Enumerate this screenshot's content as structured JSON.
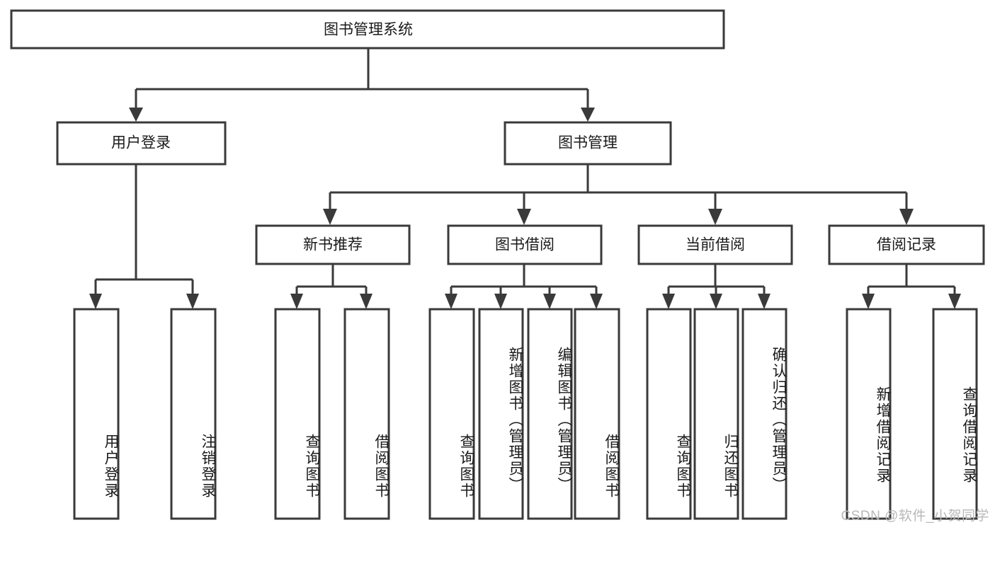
{
  "diagram": {
    "type": "tree",
    "title": "图书管理系统",
    "watermark": "CSDN @软件_小贺同学",
    "colors": {
      "box_stroke": "#3a3a3a",
      "box_fill": "#ffffff",
      "connector": "#3a3a3a",
      "text": "#1a1a1a",
      "watermark": "#b8b8b8",
      "background": "#ffffff"
    },
    "root": {
      "label": "图书管理系统"
    },
    "level2": [
      {
        "label": "用户登录"
      },
      {
        "label": "图书管理"
      }
    ],
    "level3": [
      {
        "label": "新书推荐"
      },
      {
        "label": "图书借阅"
      },
      {
        "label": "当前借阅"
      },
      {
        "label": "借阅记录"
      }
    ],
    "leaves": {
      "user_login": [
        {
          "label": "用户登录"
        },
        {
          "label": "注销登录"
        }
      ],
      "new_book": [
        {
          "label": "查询图书"
        },
        {
          "label": "借阅图书"
        }
      ],
      "book_borrow": [
        {
          "label": "查询图书"
        },
        {
          "label": "新增图书（管理员）"
        },
        {
          "label": "编辑图书（管理员）"
        },
        {
          "label": "借阅图书"
        }
      ],
      "current_borrow": [
        {
          "label": "查询图书"
        },
        {
          "label": "归还图书"
        },
        {
          "label": "确认归还（管理员）"
        }
      ],
      "borrow_record": [
        {
          "label": "新增借阅记录"
        },
        {
          "label": "查询借阅记录"
        }
      ]
    }
  }
}
